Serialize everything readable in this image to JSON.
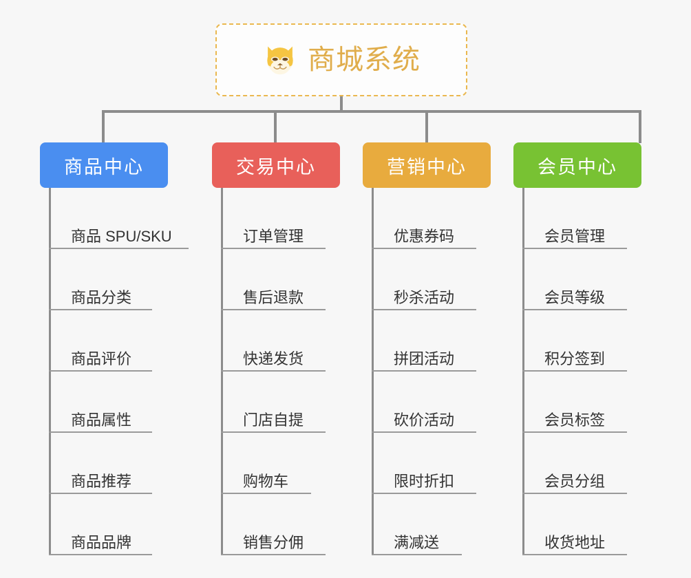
{
  "root": {
    "title": "商城系统",
    "icon": "shiba-dog-face-icon",
    "border_color": "#eab84f",
    "title_color": "#e0ad4b"
  },
  "connector_color": "#8c8c8c",
  "background_color": "#f7f7f7",
  "columns": [
    {
      "id": "product-center",
      "header": "商品中心",
      "color": "#4a8ef0",
      "items": [
        "商品 SPU/SKU",
        "商品分类",
        "商品评价",
        "商品属性",
        "商品推荐",
        "商品品牌"
      ]
    },
    {
      "id": "trade-center",
      "header": "交易中心",
      "color": "#e8605a",
      "items": [
        "订单管理",
        "售后退款",
        "快递发货",
        "门店自提",
        "购物车",
        "销售分佣"
      ]
    },
    {
      "id": "marketing-center",
      "header": "营销中心",
      "color": "#e8ab3e",
      "items": [
        "优惠券码",
        "秒杀活动",
        "拼团活动",
        "砍价活动",
        "限时折扣",
        "满减送"
      ]
    },
    {
      "id": "member-center",
      "header": "会员中心",
      "color": "#78c233",
      "items": [
        "会员管理",
        "会员等级",
        "积分签到",
        "会员标签",
        "会员分组",
        "收货地址"
      ]
    }
  ]
}
